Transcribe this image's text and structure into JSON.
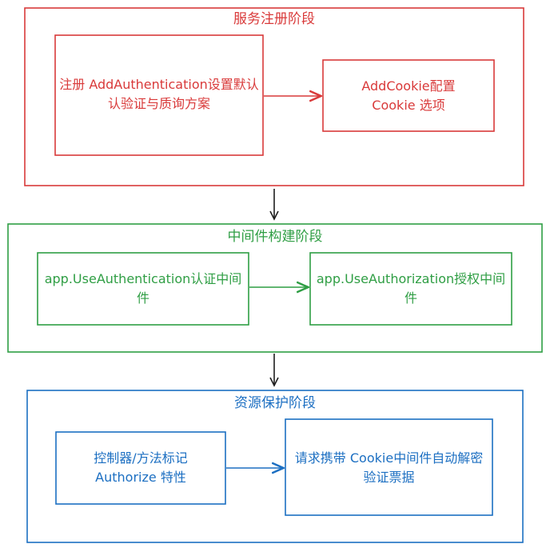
{
  "colors": {
    "red": "#d93a3a",
    "green": "#2f9e44",
    "blue": "#1c6fc2",
    "arrow": "#1e1e1e"
  },
  "stages": [
    {
      "title": "服务注册阶段",
      "boxes": [
        {
          "label": "注册 AddAuthentication设置默认认验证与质询方案"
        },
        {
          "label": "AddCookie配置 Cookie 选项"
        }
      ]
    },
    {
      "title": "中间件构建阶段",
      "boxes": [
        {
          "label": "app.UseAuthentication认证中间件"
        },
        {
          "label": "app.UseAuthorization授权中间件"
        }
      ]
    },
    {
      "title": "资源保护阶段",
      "boxes": [
        {
          "label": "控制器/方法标记 Authorize 特性"
        },
        {
          "label": "请求携带 Cookie中间件自动解密验证票据"
        }
      ]
    }
  ]
}
